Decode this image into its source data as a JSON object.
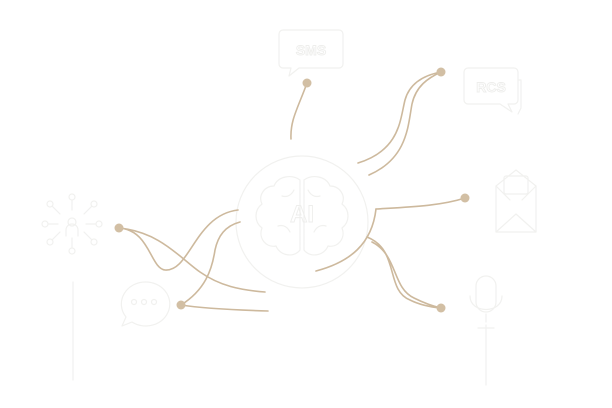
{
  "diagram": {
    "type": "hub-and-spoke illustration",
    "colors": {
      "connector": "#cdb99d",
      "node_dot": "#d2bfa4",
      "icon_outline": "#f1f1ef",
      "background": "#ffffff"
    },
    "hub": {
      "label": "AI",
      "icon": "brain-icon"
    },
    "channels": [
      {
        "id": "sms",
        "label": "SMS",
        "icon": "sms-bubble-icon"
      },
      {
        "id": "rcs",
        "label": "RCS",
        "icon": "rcs-bubble-icon"
      },
      {
        "id": "email",
        "label": "",
        "icon": "open-envelope-icon"
      },
      {
        "id": "voice",
        "label": "",
        "icon": "microphone-icon"
      },
      {
        "id": "chat",
        "label": "",
        "icon": "chat-ellipsis-icon"
      },
      {
        "id": "network",
        "label": "",
        "icon": "people-network-icon"
      }
    ]
  }
}
